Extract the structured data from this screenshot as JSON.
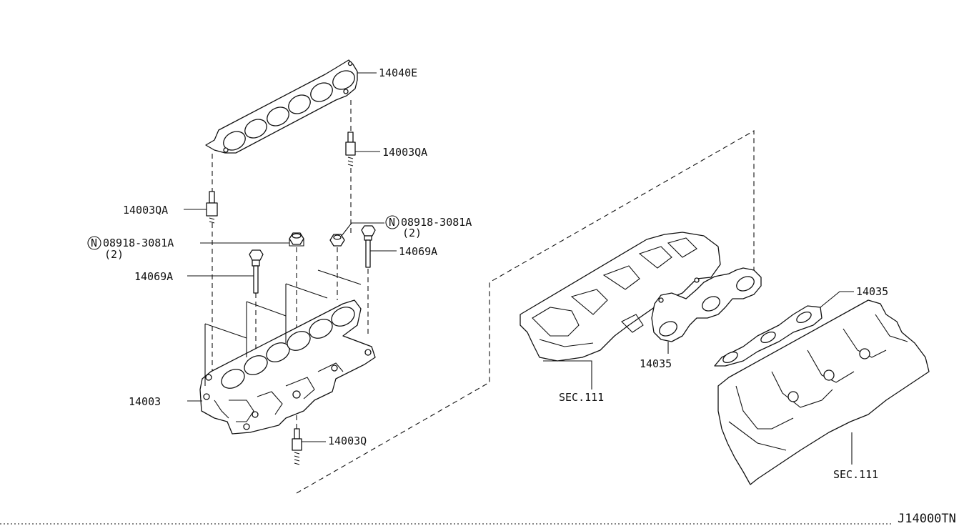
{
  "diagram_code": "J14000TN",
  "labels": {
    "gasket_top": "14040E",
    "stud_upper_right": "14003QA",
    "stud_left": "14003QA",
    "nut_right_code": "08918-3081A",
    "nut_right_qty": "(2)",
    "nut_left_code": "08918-3081A",
    "nut_left_qty": "(2)",
    "bolt_right": "14069A",
    "bolt_left": "14069A",
    "manifold": "14003",
    "stud_bottom": "14003Q",
    "gasket_mid": "14035",
    "gasket_right": "14035",
    "sec_head": "SEC.111",
    "sec_block": "SEC.111"
  },
  "n_marker": "N"
}
